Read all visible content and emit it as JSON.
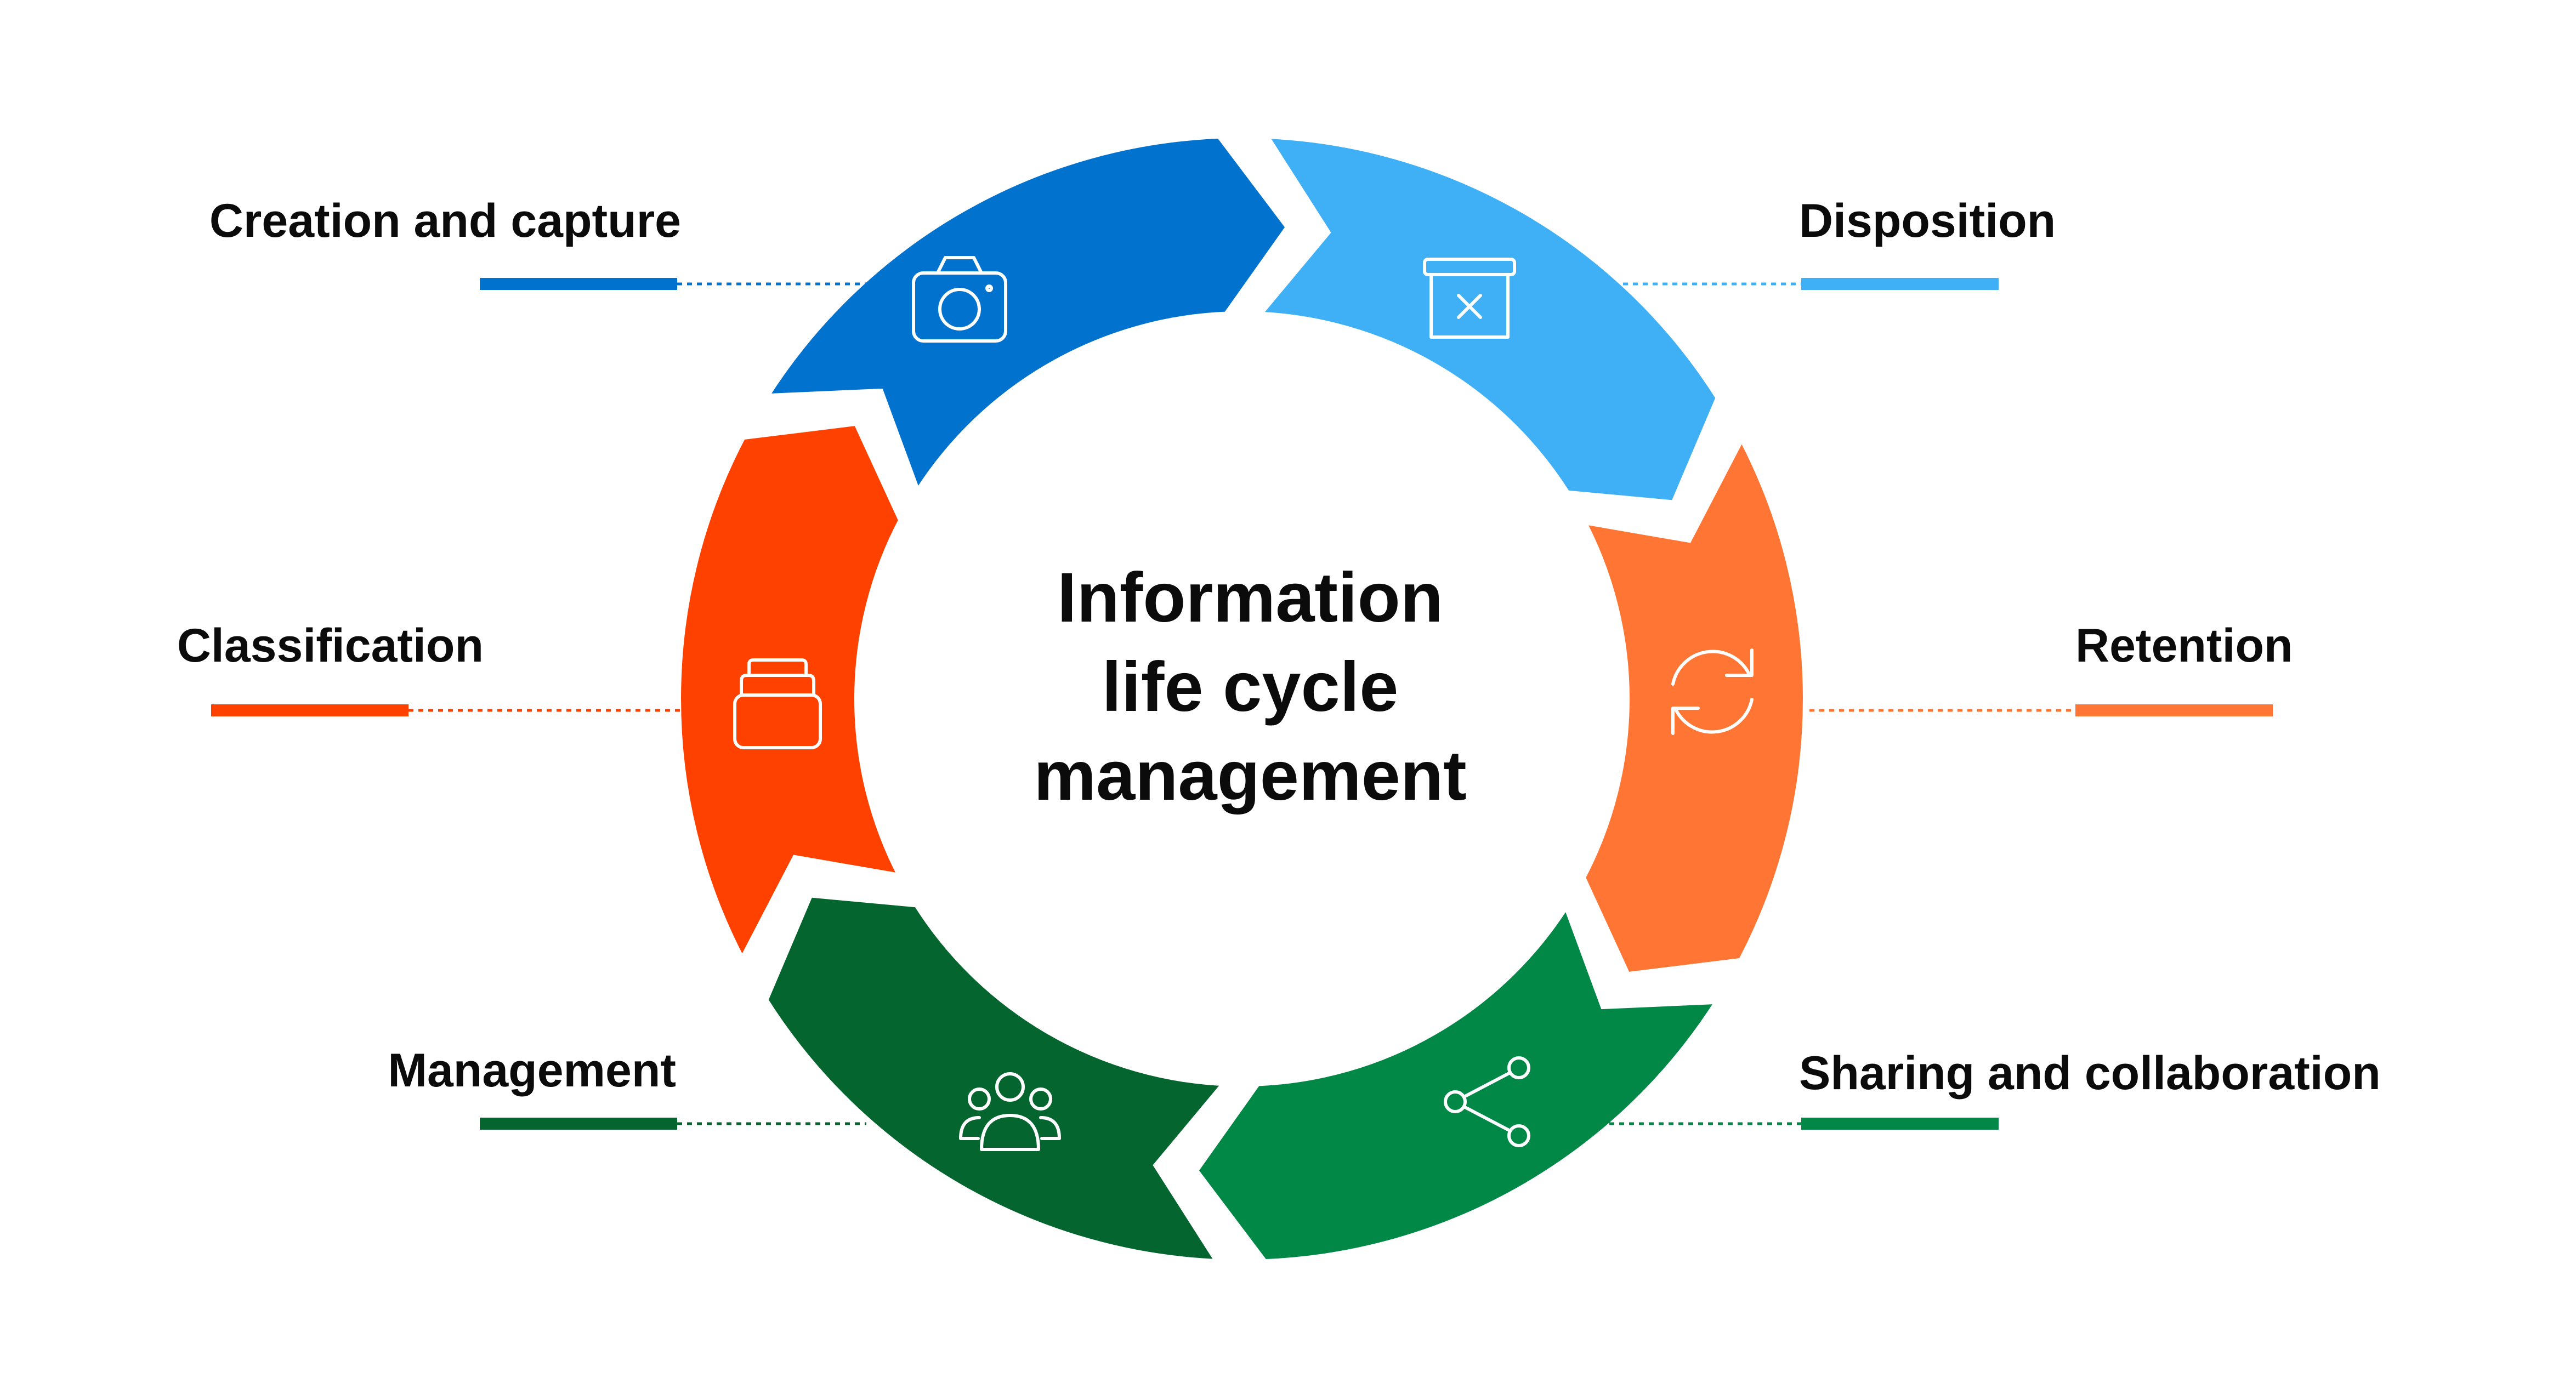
{
  "title_lines": [
    "Information",
    "life cycle",
    "management"
  ],
  "stages": [
    {
      "key": "creation",
      "label": "Creation and capture",
      "color": "#0272CF",
      "icon": "camera-icon",
      "side": "left"
    },
    {
      "key": "disposition",
      "label": "Disposition",
      "color": "#3FB0F5",
      "icon": "trash-bin-icon",
      "side": "right"
    },
    {
      "key": "retention",
      "label": "Retention",
      "color": "#FF7534",
      "icon": "refresh-icon",
      "side": "right"
    },
    {
      "key": "sharing",
      "label": "Sharing and collaboration",
      "color": "#018847",
      "icon": "share-icon",
      "side": "right"
    },
    {
      "key": "management",
      "label": "Management",
      "color": "#05652F",
      "icon": "people-group-icon",
      "side": "left"
    },
    {
      "key": "classification",
      "label": "Classification",
      "color": "#FF4100",
      "icon": "folder-stack-icon",
      "side": "left"
    }
  ]
}
